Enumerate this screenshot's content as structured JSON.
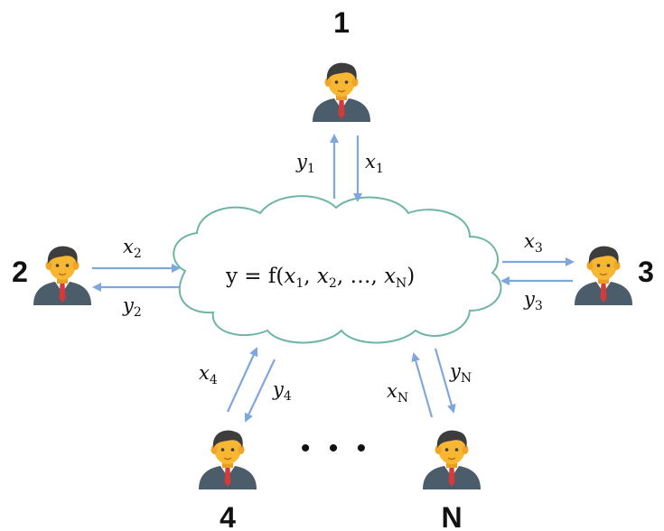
{
  "parties": [
    {
      "id": "1",
      "label": "1"
    },
    {
      "id": "2",
      "label": "2"
    },
    {
      "id": "3",
      "label": "3"
    },
    {
      "id": "4",
      "label": "4"
    },
    {
      "id": "N",
      "label": "N"
    }
  ],
  "inputs": {
    "p1": {
      "var": "x",
      "sub": "1"
    },
    "p2": {
      "var": "x",
      "sub": "2"
    },
    "p3": {
      "var": "x",
      "sub": "3"
    },
    "p4": {
      "var": "x",
      "sub": "4"
    },
    "pN": {
      "var": "x",
      "sub": "N"
    }
  },
  "outputs": {
    "p1": {
      "var": "y",
      "sub": "1"
    },
    "p2": {
      "var": "y",
      "sub": "2"
    },
    "p3": {
      "var": "y",
      "sub": "3"
    },
    "p4": {
      "var": "y",
      "sub": "4"
    },
    "pN": {
      "var": "y",
      "sub": "N"
    }
  },
  "formula": {
    "lhs": "y = f(",
    "x": "x",
    "s1": "1",
    "s2": "2",
    "sN": "N",
    "sep": ", ",
    "dots": "…",
    "close": ")"
  },
  "ellipsis": "• • •",
  "colors": {
    "arrow": "#7ea7de",
    "cloud_stroke": "#6fb5a4",
    "skin": "#f7b733",
    "hair": "#3d3d3d",
    "suit": "#4b5d6b",
    "tie": "#d33a3a",
    "shirt": "#ffffff"
  },
  "icon": "person-in-suit-icon"
}
